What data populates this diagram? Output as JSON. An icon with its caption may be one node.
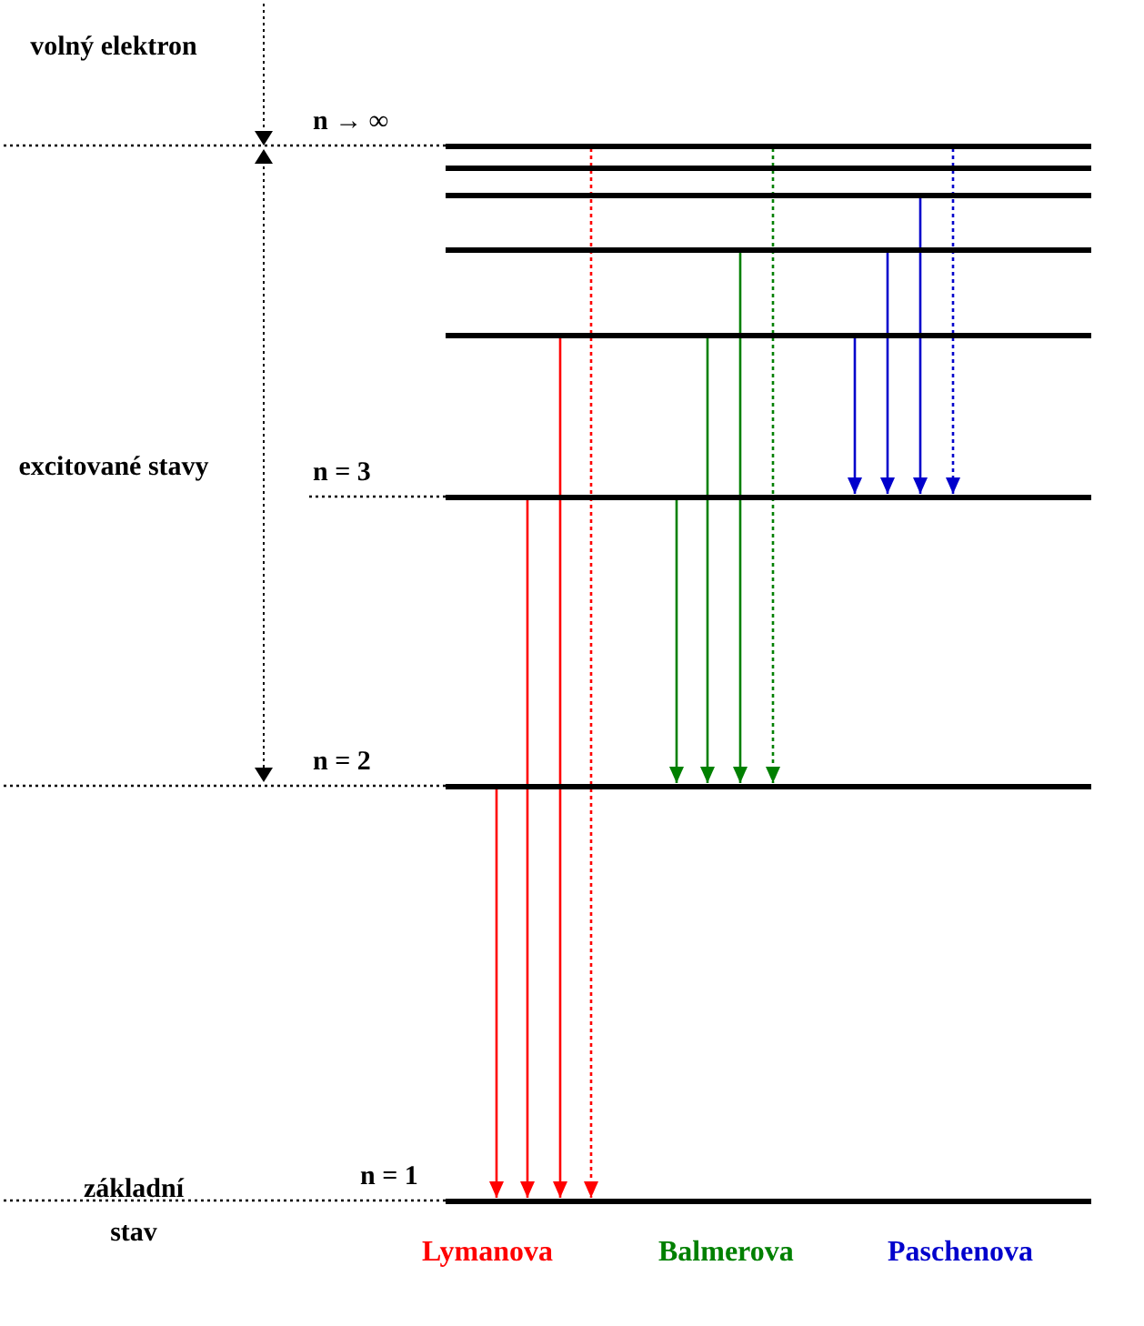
{
  "diagram": {
    "nodes": [
      {
        "text": [
          "n → ∞"
        ]
      },
      {
        "text": [],
        "shape": "bar"
      },
      {
        "text": [],
        "shape": "bar"
      },
      {
        "text": [],
        "shape": "bar"
      },
      {
        "text": [],
        "shape": "bar"
      },
      {
        "text": [
          "n = 3"
        ]
      },
      {
        "text": [
          "n = 2"
        ]
      },
      {
        "text": [
          "n = 1"
        ]
      }
    ],
    "edges": [
      {
        "from": 6,
        "to": 7,
        "arrow": "to",
        "color": "#ff0000"
      },
      {
        "from": 5,
        "to": 7,
        "arrow": "to",
        "color": "#ff0000"
      },
      {
        "from": 4,
        "to": 7,
        "arrow": "to",
        "color": "#ff0000"
      },
      {
        "from": 0,
        "to": 7,
        "arrow": "to",
        "style": "dashed",
        "color": "#ff0000"
      },
      {
        "from": 5,
        "to": 6,
        "arrow": "to",
        "color": "#008000"
      },
      {
        "from": 4,
        "to": 6,
        "arrow": "to",
        "color": "#008000"
      },
      {
        "from": 3,
        "to": 6,
        "arrow": "to",
        "color": "#008000"
      },
      {
        "from": 0,
        "to": 6,
        "arrow": "to",
        "style": "dashed",
        "color": "#008000"
      },
      {
        "from": 4,
        "to": 5,
        "arrow": "to",
        "color": "#0000cc"
      },
      {
        "from": 3,
        "to": 5,
        "arrow": "to",
        "color": "#0000cc"
      },
      {
        "from": 2,
        "to": 5,
        "arrow": "to",
        "color": "#0000cc"
      },
      {
        "from": 0,
        "to": 5,
        "arrow": "to",
        "style": "dashed",
        "color": "#0000cc"
      }
    ],
    "labels": [
      "volný elektron",
      "excitované stavy",
      "základní stav",
      "Lymanova",
      "Balmerova",
      "Paschenova"
    ]
  }
}
